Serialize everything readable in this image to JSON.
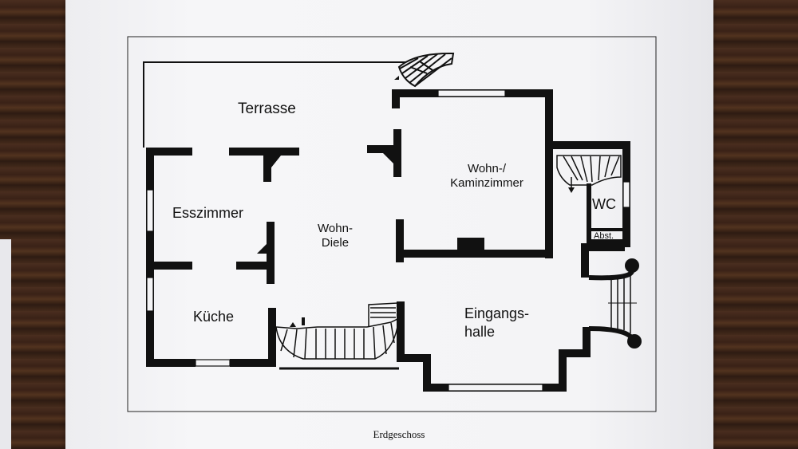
{
  "rooms": {
    "terrasse": "Terrasse",
    "wohn_kaminzimmer": "Wohn-/\nKaminzimmer",
    "esszimmer": "Esszimmer",
    "wohn_diele": "Wohn-\nDiele",
    "wc": "WC",
    "abst": "Abst.",
    "kueche": "Küche",
    "eingangshalle": "Eingangs-\nhalle"
  },
  "caption": "Erdgeschoss",
  "colors": {
    "wall": "#111111",
    "paper": "#f4f4f6",
    "background": "#3a2418"
  }
}
